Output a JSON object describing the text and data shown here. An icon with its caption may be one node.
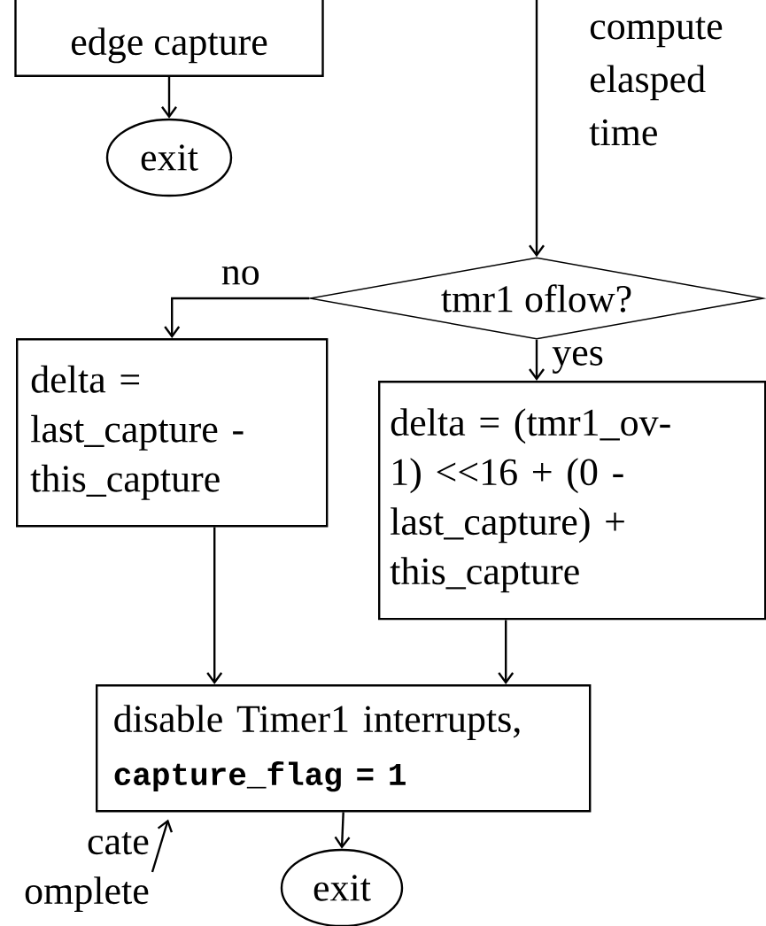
{
  "diagram": {
    "nodes": [
      {
        "text": [
          "edge capture"
        ]
      },
      {
        "text": [
          "exit"
        ]
      },
      {
        "text": [
          "tmr1 oflow?"
        ]
      },
      {
        "text": [
          "delta = last_capture - this_capture"
        ]
      },
      {
        "text": [
          "delta = (tmr1_ov-1) <<16 + (0 - last_capture) + this_capture"
        ]
      },
      {
        "text": [
          "disable Timer1 interrupts,",
          "capture_flag = 1"
        ]
      },
      {
        "text": [
          "exit"
        ]
      },
      {
        "text": [
          "cate omplete"
        ]
      }
    ],
    "edges": [
      {
        "from": 0,
        "to": 1,
        "arrow": "to"
      },
      {
        "from": null,
        "to": 2,
        "arrow": "to"
      },
      {
        "from": 2,
        "to": 3,
        "arrow": "to",
        "label": "no"
      },
      {
        "from": 2,
        "to": 4,
        "arrow": "to",
        "label": "yes"
      },
      {
        "from": 3,
        "to": 5,
        "arrow": "to"
      },
      {
        "from": 4,
        "to": 5,
        "arrow": "to"
      },
      {
        "from": 5,
        "to": 6,
        "arrow": "to"
      },
      {
        "from": 7,
        "to": 5,
        "arrow": "to"
      }
    ],
    "labels": [
      "compute elasped time"
    ]
  }
}
